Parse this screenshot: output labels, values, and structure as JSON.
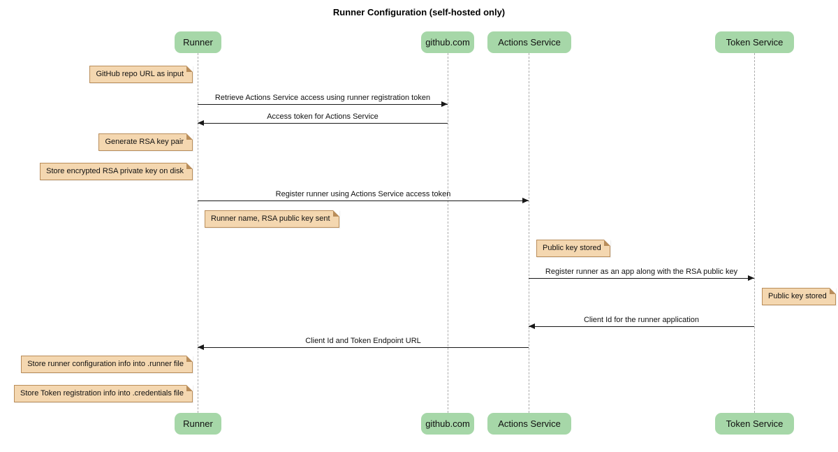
{
  "title": "Runner Configuration (self-hosted only)",
  "participants": [
    {
      "id": "runner",
      "label": "Runner"
    },
    {
      "id": "github",
      "label": "github.com"
    },
    {
      "id": "actions-service",
      "label": "Actions Service"
    },
    {
      "id": "token-service",
      "label": "Token Service"
    }
  ],
  "messages": [
    {
      "from": "Runner",
      "to": "github.com",
      "direction": "right",
      "label": "Retrieve Actions Service access using runner registration token"
    },
    {
      "from": "github.com",
      "to": "Runner",
      "direction": "left",
      "label": "Access token for Actions Service"
    },
    {
      "from": "Runner",
      "to": "Actions Service",
      "direction": "right",
      "label": "Register runner using Actions Service access token"
    },
    {
      "from": "Actions Service",
      "to": "Token Service",
      "direction": "right",
      "label": "Register runner as an app along with the RSA public key"
    },
    {
      "from": "Token Service",
      "to": "Actions Service",
      "direction": "left",
      "label": "Client Id for the runner application"
    },
    {
      "from": "Actions Service",
      "to": "Runner",
      "direction": "left",
      "label": "Client Id and Token Endpoint URL"
    }
  ],
  "notes": [
    {
      "position": "left of Runner",
      "text": "GitHub repo URL as input"
    },
    {
      "position": "left of Runner",
      "text": "Generate RSA key pair"
    },
    {
      "position": "left of Runner",
      "text": "Store encrypted RSA private key on disk"
    },
    {
      "position": "right of Runner",
      "text": "Runner name, RSA public key sent"
    },
    {
      "position": "right of Actions Service",
      "text": "Public key stored"
    },
    {
      "position": "right of Token Service",
      "text": "Public key stored"
    },
    {
      "position": "left of Runner",
      "text": "Store runner configuration info into .runner file"
    },
    {
      "position": "left of Runner",
      "text": "Store Token registration info into .credentials file"
    }
  ],
  "colors": {
    "participant_fill": "#a6d7a8",
    "note_fill": "#f4d7b0",
    "note_border": "#b98d5a",
    "arrow": "#181818",
    "lifeline": "#ababab"
  }
}
